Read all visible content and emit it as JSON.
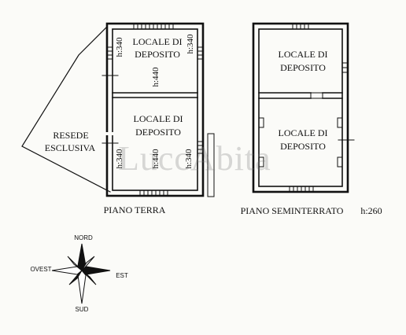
{
  "ground_floor": {
    "title": "PIANO TERRA",
    "room_top": {
      "name_l1": "LOCALE DI",
      "name_l2": "DEPOSITO",
      "h_left": "h:340",
      "h_right": "h:340",
      "h_center": "h:440"
    },
    "room_bottom": {
      "name_l1": "LOCALE DI",
      "name_l2": "DEPOSITO",
      "h_left": "h:340",
      "h_center": "h:440",
      "h_right": "h:340"
    },
    "yard_l1": "RESEDE",
    "yard_l2": "ESCLUSIVA"
  },
  "basement": {
    "title": "PIANO SEMINTERRATO",
    "height": "h:260",
    "room_top": {
      "name_l1": "LOCALE DI",
      "name_l2": "DEPOSITO"
    },
    "room_bottom": {
      "name_l1": "LOCALE DI",
      "name_l2": "DEPOSITO"
    }
  },
  "compass": {
    "north": "NORD",
    "east": "EST",
    "south": "SUD",
    "west": "OVEST"
  },
  "watermark": "LuccAbita",
  "colors": {
    "ink": "#111111",
    "paper": "#fbfbf8",
    "watermark": "#8a8a8a"
  }
}
